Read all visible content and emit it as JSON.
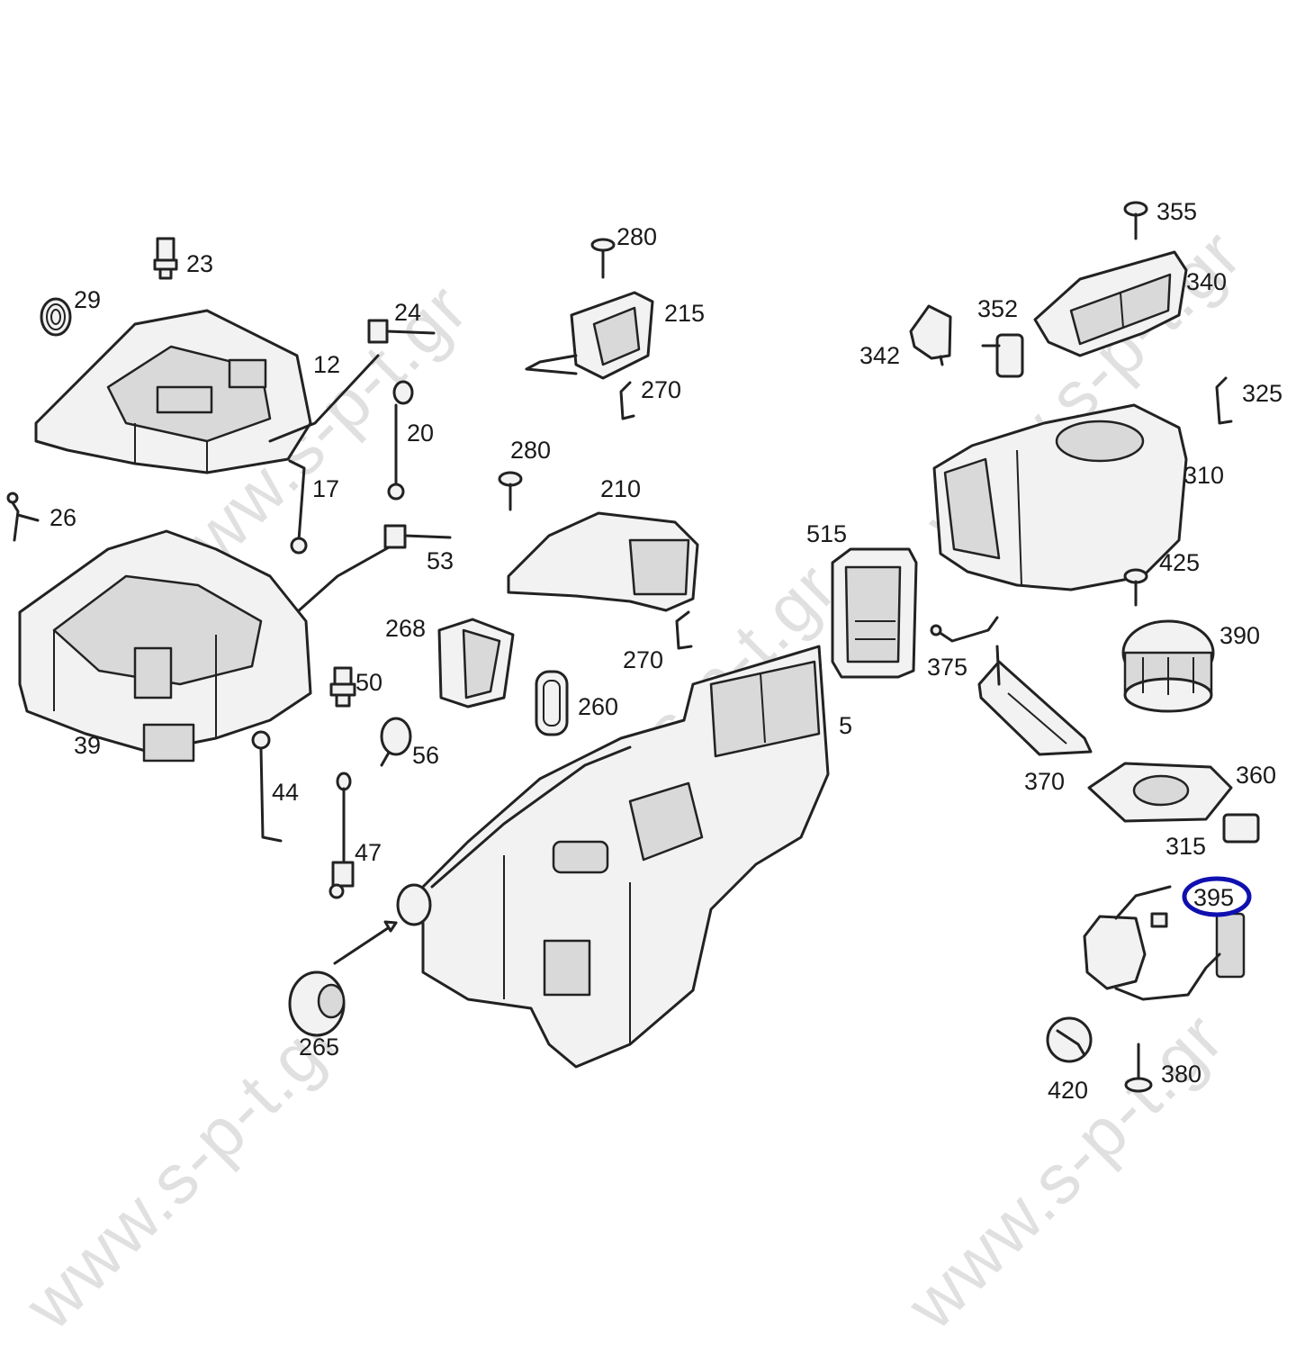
{
  "watermark": "www.s-p-t.gr",
  "callouts": {
    "c23": "23",
    "c29": "29",
    "c12": "12",
    "c24": "24",
    "c20": "20",
    "c17": "17",
    "c26": "26",
    "c53": "53",
    "c39": "39",
    "c50": "50",
    "c44": "44",
    "c56": "56",
    "c47": "47",
    "c265": "265",
    "c280a": "280",
    "c215": "215",
    "c270a": "270",
    "c280b": "280",
    "c210": "210",
    "c268": "268",
    "c270b": "270",
    "c260": "260",
    "c5": "5",
    "c515": "515",
    "c375": "375",
    "c370": "370",
    "c355": "355",
    "c340": "340",
    "c352": "352",
    "c342": "342",
    "c325": "325",
    "c310": "310",
    "c425": "425",
    "c390": "390",
    "c360": "360",
    "c315": "315",
    "c395": "395",
    "c420": "420",
    "c380": "380"
  },
  "colors": {
    "highlight_ring": "#1010b0",
    "line_ink": "#222222",
    "watermark": "#c8c8c8"
  }
}
